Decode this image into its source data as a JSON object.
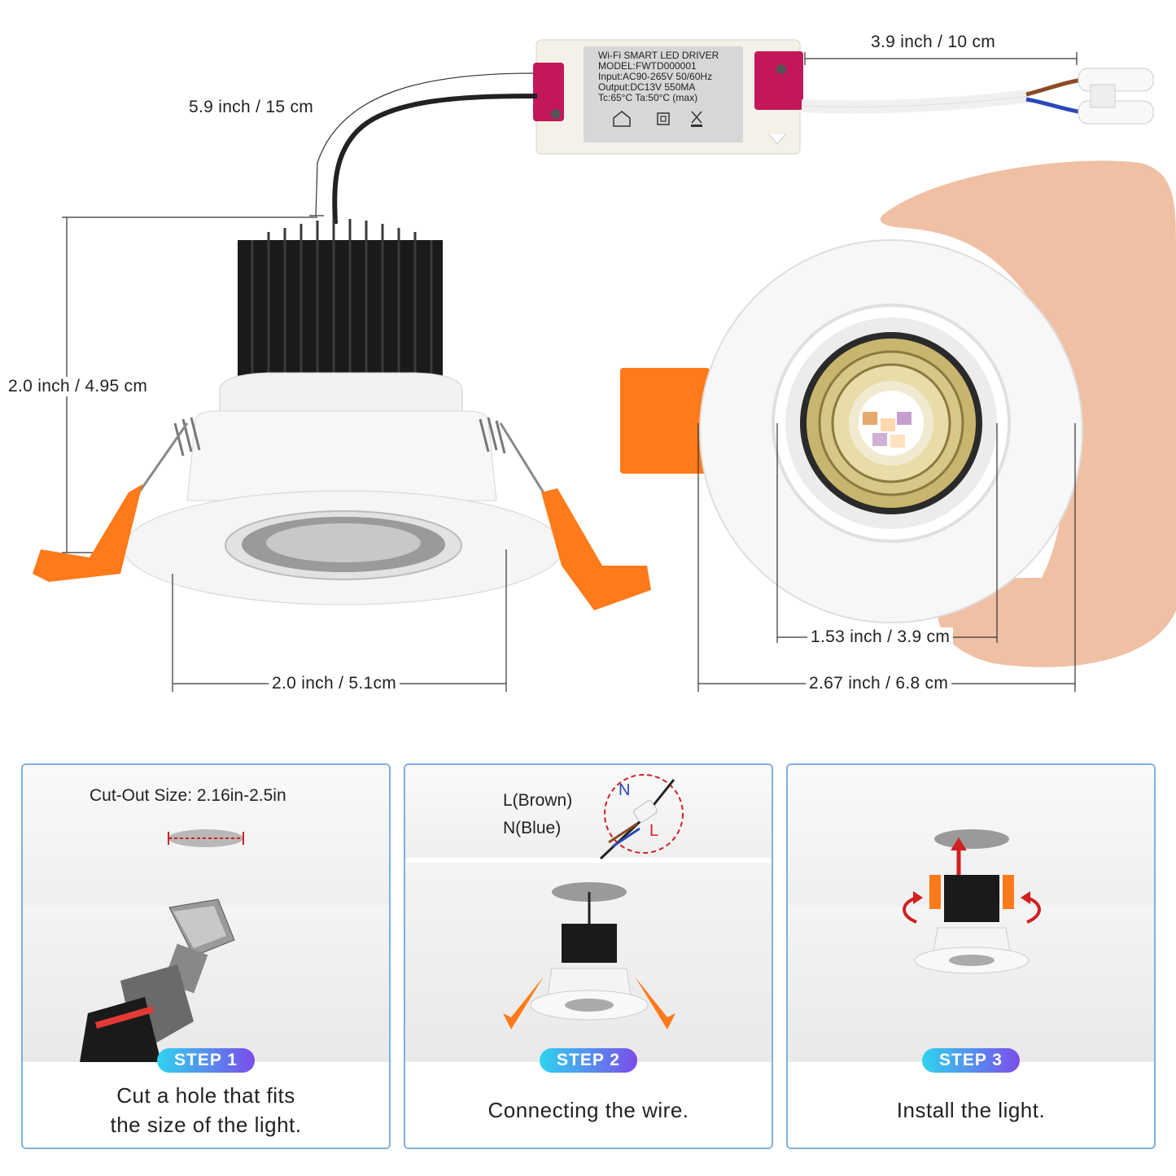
{
  "driver": {
    "line1": "Wi-Fi SMART LED DRIVER",
    "line2": "MODEL:FWTD000001",
    "line3": "Input:AC90-265V 50/60Hz",
    "line4": "Output:DC13V  550MA",
    "line5": "Tc:65°C   Ta:50°C  (max)"
  },
  "dimensions": {
    "cable_length": "5.9 inch / 15 cm",
    "output_cable": "3.9 inch / 10 cm",
    "height": "2.0 inch / 4.95 cm",
    "width": "2.0 inch / 5.1cm",
    "inner_diameter": "1.53 inch / 3.9 cm",
    "outer_diameter": "2.67 inch / 6.8 cm"
  },
  "steps": [
    {
      "badge": "STEP 1",
      "text_line1": "Cut a hole that fits",
      "text_line2": "the size of the light.",
      "label": "Cut-Out Size: 2.16in-2.5in"
    },
    {
      "badge": "STEP 2",
      "text_line1": "Connecting the wire.",
      "label_l": "L(Brown)",
      "label_n": "N(Blue)",
      "wire_n": "N",
      "wire_l": "L"
    },
    {
      "badge": "STEP 3",
      "text_line1": "Install the light."
    }
  ],
  "colors": {
    "orange": "#ff7a1a",
    "magenta": "#c2185b",
    "panel_border": "#7fb0e0",
    "badge_start": "#2fd3ef",
    "badge_end": "#7b4dea"
  }
}
